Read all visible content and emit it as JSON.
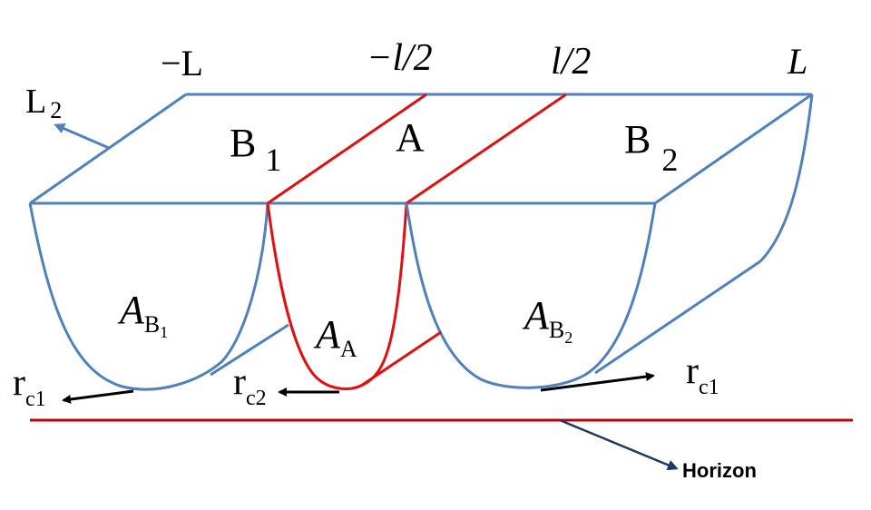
{
  "axis_marks": {
    "minus_L": "−L",
    "minus_l_half": "−l/2",
    "l_half": "l/2",
    "L": "L"
  },
  "regions": {
    "B1": {
      "base": "B",
      "sub": "1"
    },
    "A": "A",
    "B2": {
      "base": "B",
      "sub": "2"
    }
  },
  "depth_label": {
    "base": "L",
    "sub": "2"
  },
  "areas": {
    "A_B1": {
      "base": "A",
      "sub": "B",
      "subsub": "1"
    },
    "A_A": {
      "base": "A",
      "sub": "A"
    },
    "A_B2": {
      "base": "A",
      "sub": "B",
      "subsub": "2"
    }
  },
  "radii": {
    "rc1_left": {
      "base": "r",
      "sub": "c1"
    },
    "rc2": {
      "base": "r",
      "sub": "c2"
    },
    "rc1_right": {
      "base": "r",
      "sub": "c1"
    }
  },
  "horizon_label": "Horizon",
  "colors": {
    "outline": "#4f81bd",
    "channel_A": "#e01010",
    "horizon": "#c00000",
    "arrow": "#000000",
    "horizon_arrow": "#1f3864"
  }
}
